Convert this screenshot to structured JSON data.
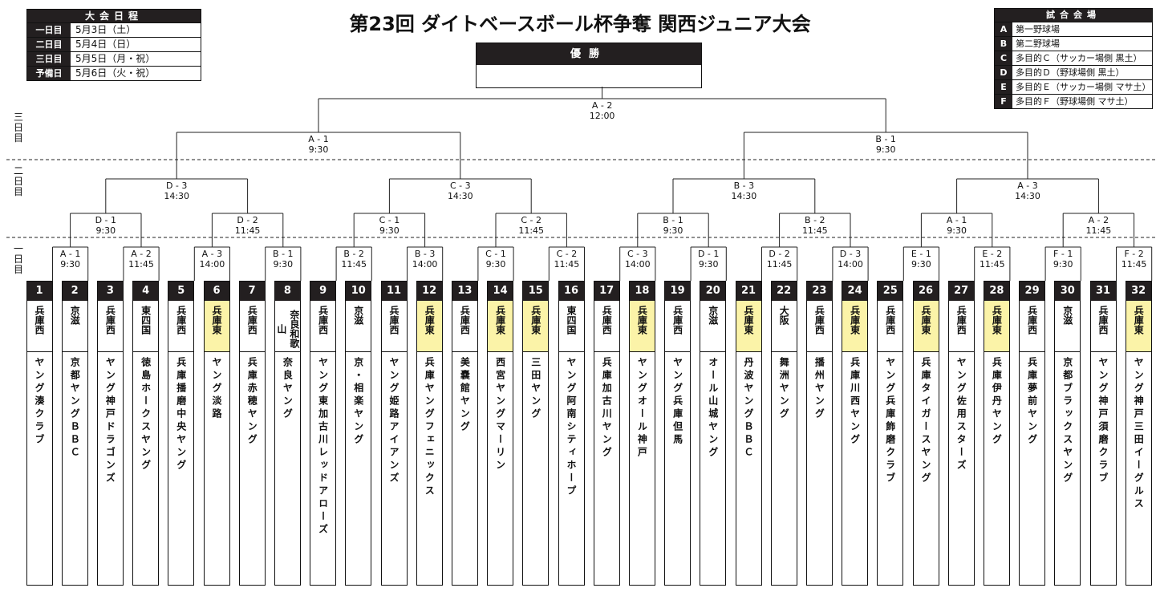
{
  "title": "第23回 ダイトベースボール杯争奪 関西ジュニア大会",
  "schedule": {
    "header": "大会日程",
    "rows": [
      {
        "day": "一日目",
        "date": "5月3日（土）"
      },
      {
        "day": "二日目",
        "date": "5月4日（日）"
      },
      {
        "day": "三日目",
        "date": "5月5日（月・祝）"
      },
      {
        "day": "予備日",
        "date": "5月6日（火・祝）"
      }
    ]
  },
  "venues": {
    "header": "試合会場",
    "rows": [
      {
        "key": "A",
        "name": "第一野球場"
      },
      {
        "key": "B",
        "name": "第二野球場"
      },
      {
        "key": "C",
        "name": "多目的Ｃ（サッカー場側 黒土）"
      },
      {
        "key": "D",
        "name": "多目的Ｄ（野球場側 黒土）"
      },
      {
        "key": "E",
        "name": "多目的Ｅ（サッカー場側 マサ土）"
      },
      {
        "key": "F",
        "name": "多目的Ｆ（野球場側 マサ土）"
      }
    ]
  },
  "champion": {
    "label": "優勝",
    "value": ""
  },
  "day_labels": {
    "day3": "三日目",
    "day2": "二日目",
    "day1": "一日目"
  },
  "matches": {
    "final": {
      "code": "A - 2",
      "time": "12:00"
    },
    "semi": [
      {
        "code": "A - 1",
        "time": "9:30"
      },
      {
        "code": "B - 1",
        "time": "9:30"
      }
    ],
    "quarter": [
      {
        "code": "D - 3",
        "time": "14:30"
      },
      {
        "code": "C - 3",
        "time": "14:30"
      },
      {
        "code": "B - 3",
        "time": "14:30"
      },
      {
        "code": "A - 3",
        "time": "14:30"
      }
    ],
    "round2": [
      {
        "code": "D - 1",
        "time": "9:30"
      },
      {
        "code": "D - 2",
        "time": "11:45"
      },
      {
        "code": "C - 1",
        "time": "9:30"
      },
      {
        "code": "C - 2",
        "time": "11:45"
      },
      {
        "code": "B - 1",
        "time": "9:30"
      },
      {
        "code": "B - 2",
        "time": "11:45"
      },
      {
        "code": "A - 1",
        "time": "9:30"
      },
      {
        "code": "A - 2",
        "time": "11:45"
      }
    ],
    "round1": [
      {
        "code": "A - 1",
        "time": "9:30"
      },
      {
        "code": "A - 2",
        "time": "11:45"
      },
      {
        "code": "A - 3",
        "time": "14:00"
      },
      {
        "code": "B - 1",
        "time": "9:30"
      },
      {
        "code": "B - 2",
        "time": "11:45"
      },
      {
        "code": "B - 3",
        "time": "14:00"
      },
      {
        "code": "C - 1",
        "time": "9:30"
      },
      {
        "code": "C - 2",
        "time": "11:45"
      },
      {
        "code": "C - 3",
        "time": "14:00"
      },
      {
        "code": "D - 1",
        "time": "9:30"
      },
      {
        "code": "D - 2",
        "time": "11:45"
      },
      {
        "code": "D - 3",
        "time": "14:00"
      },
      {
        "code": "E - 1",
        "time": "9:30"
      },
      {
        "code": "E - 2",
        "time": "11:45"
      },
      {
        "code": "F - 1",
        "time": "9:30"
      },
      {
        "code": "F - 2",
        "time": "11:45"
      }
    ]
  },
  "teams": [
    {
      "num": "1",
      "region": "兵庫西",
      "name": "ヤング湊クラブ",
      "highlight": false
    },
    {
      "num": "2",
      "region": "京滋",
      "name": "京都ヤングＢＢＣ",
      "highlight": false
    },
    {
      "num": "3",
      "region": "兵庫西",
      "name": "ヤング神戸ドラゴンズ",
      "highlight": false
    },
    {
      "num": "4",
      "region": "東四国",
      "name": "徳島ホークスヤング",
      "highlight": false
    },
    {
      "num": "5",
      "region": "兵庫西",
      "name": "兵庫播磨中央ヤング",
      "highlight": false
    },
    {
      "num": "6",
      "region": "兵庫東",
      "name": "ヤング淡路",
      "highlight": true
    },
    {
      "num": "7",
      "region": "兵庫西",
      "name": "兵庫赤穂ヤング",
      "highlight": false
    },
    {
      "num": "8",
      "region": "奈良和歌山",
      "name": "奈良ヤング",
      "highlight": false
    },
    {
      "num": "9",
      "region": "兵庫西",
      "name": "ヤング東加古川レッドアローズ",
      "highlight": false
    },
    {
      "num": "10",
      "region": "京滋",
      "name": "京・相楽ヤング",
      "highlight": false
    },
    {
      "num": "11",
      "region": "兵庫西",
      "name": "ヤング姫路アイアンズ",
      "highlight": false
    },
    {
      "num": "12",
      "region": "兵庫東",
      "name": "兵庫ヤングフェニックス",
      "highlight": true
    },
    {
      "num": "13",
      "region": "兵庫西",
      "name": "美嚢館ヤング",
      "highlight": false
    },
    {
      "num": "14",
      "region": "兵庫東",
      "name": "西宮ヤングマーリン",
      "highlight": true
    },
    {
      "num": "15",
      "region": "兵庫東",
      "name": "三田ヤング",
      "highlight": true
    },
    {
      "num": "16",
      "region": "東四国",
      "name": "ヤング阿南シティホープ",
      "highlight": false
    },
    {
      "num": "17",
      "region": "兵庫西",
      "name": "兵庫加古川ヤング",
      "highlight": false
    },
    {
      "num": "18",
      "region": "兵庫東",
      "name": "ヤングオール神戸",
      "highlight": true
    },
    {
      "num": "19",
      "region": "兵庫西",
      "name": "ヤング兵庫但馬",
      "highlight": false
    },
    {
      "num": "20",
      "region": "京滋",
      "name": "オール山城ヤング",
      "highlight": false
    },
    {
      "num": "21",
      "region": "兵庫東",
      "name": "丹波ヤングＢＢＣ",
      "highlight": true
    },
    {
      "num": "22",
      "region": "大阪",
      "name": "舞洲ヤング",
      "highlight": false
    },
    {
      "num": "23",
      "region": "兵庫西",
      "name": "播州ヤング",
      "highlight": false
    },
    {
      "num": "24",
      "region": "兵庫東",
      "name": "兵庫川西ヤング",
      "highlight": true
    },
    {
      "num": "25",
      "region": "兵庫西",
      "name": "ヤング兵庫飾磨クラブ",
      "highlight": false
    },
    {
      "num": "26",
      "region": "兵庫東",
      "name": "兵庫タイガースヤング",
      "highlight": true
    },
    {
      "num": "27",
      "region": "兵庫西",
      "name": "ヤング佐用スターズ",
      "highlight": false
    },
    {
      "num": "28",
      "region": "兵庫東",
      "name": "兵庫伊丹ヤング",
      "highlight": true
    },
    {
      "num": "29",
      "region": "兵庫西",
      "name": "兵庫夢前ヤング",
      "highlight": false
    },
    {
      "num": "30",
      "region": "京滋",
      "name": "京都ブラックスヤング",
      "highlight": false
    },
    {
      "num": "31",
      "region": "兵庫西",
      "name": "ヤング神戸須磨クラブ",
      "highlight": false
    },
    {
      "num": "32",
      "region": "兵庫東",
      "name": "ヤング神戸三田イーグルス",
      "highlight": true
    }
  ]
}
